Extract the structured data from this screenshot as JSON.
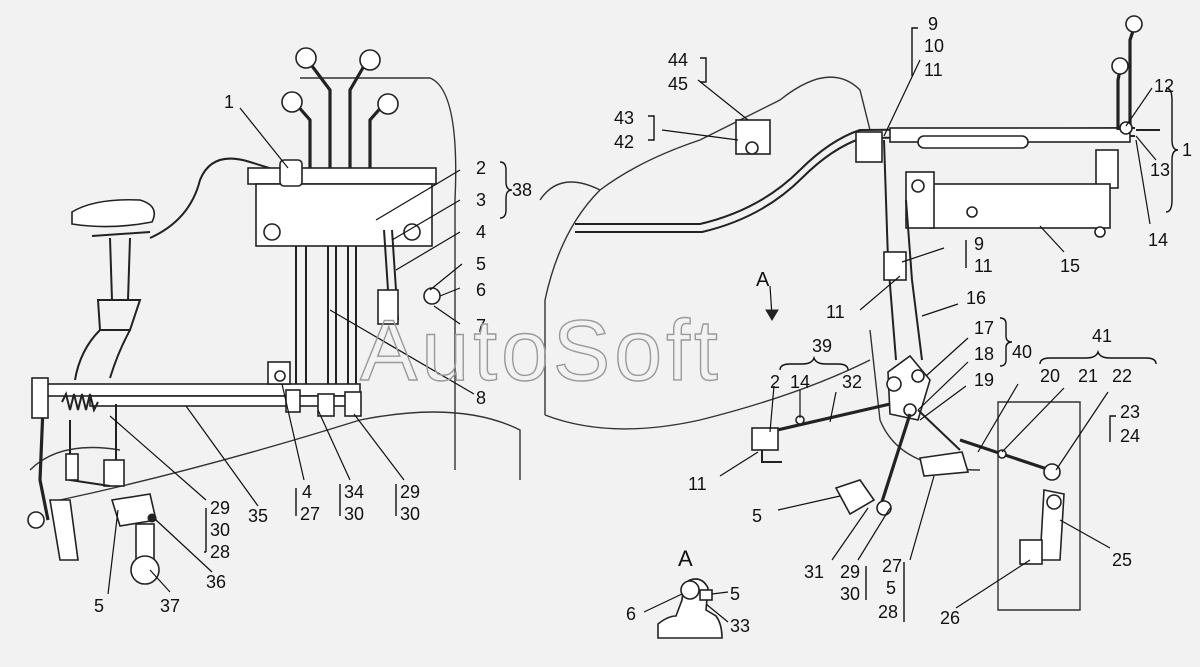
{
  "watermark": "AutoSoft",
  "view_label": "A",
  "inset_label": "A",
  "left_callouts": [
    "1",
    "2",
    "3",
    "4",
    "5",
    "6",
    "7",
    "8",
    "38",
    "29",
    "30",
    "28",
    "35",
    "4",
    "27",
    "34",
    "30",
    "29",
    "30",
    "5",
    "37",
    "36"
  ],
  "right_callouts": [
    "44",
    "45",
    "43",
    "42",
    "9",
    "10",
    "11",
    "12",
    "13",
    "1",
    "14",
    "15",
    "9",
    "11",
    "11",
    "16",
    "17",
    "18",
    "19",
    "40",
    "39",
    "2",
    "14",
    "32",
    "41",
    "20",
    "21",
    "22",
    "23",
    "24",
    "11",
    "5",
    "31",
    "29",
    "30",
    "27",
    "5",
    "28",
    "25",
    "26"
  ],
  "inset_callouts": [
    "6",
    "5",
    "33"
  ]
}
